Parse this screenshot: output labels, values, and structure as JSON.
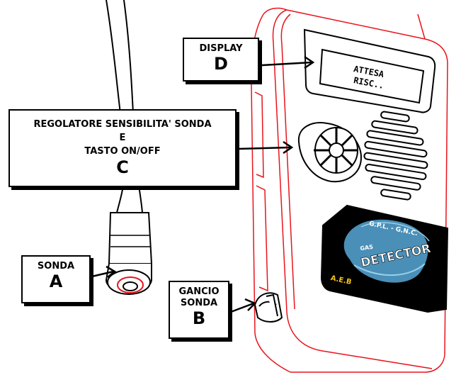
{
  "callouts": {
    "display": {
      "label": "DISPLAY",
      "letter": "D"
    },
    "regolatore": {
      "line1": "REGOLATORE SENSIBILITA' SONDA",
      "line2": "E",
      "line3": "TASTO ON/OFF",
      "letter": "C"
    },
    "sonda": {
      "label": "SONDA",
      "letter": "A"
    },
    "gancio": {
      "line1": "GANCIO",
      "line2": "SONDA",
      "letter": "B"
    }
  },
  "screen": {
    "line1": "ATTESA",
    "line2": "RISC.."
  },
  "logo": {
    "top": "G.P.L. - G.N.C.",
    "small": "GAS",
    "big": "DETECTOR",
    "maker": "A.E.B"
  },
  "colors": {
    "outline": "#e8141c",
    "ink": "#000000",
    "logo_fill": "#4a8fb8"
  }
}
